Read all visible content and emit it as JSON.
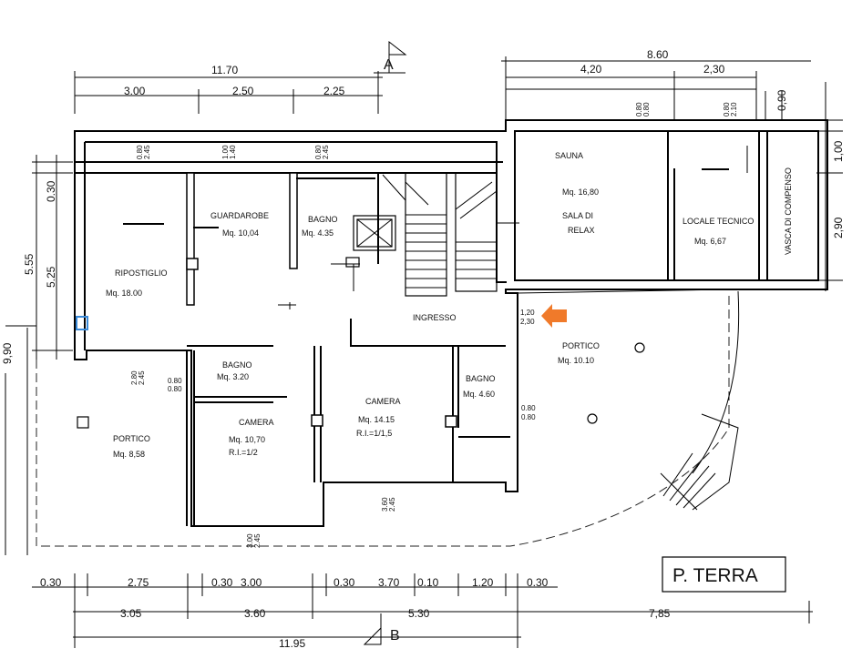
{
  "title": "P. TERRA",
  "section_marks": {
    "top": "A",
    "bottom": "B"
  },
  "top_dims": {
    "total_left": "11.70",
    "left_parts": [
      "3.00",
      "2.50",
      "2.25"
    ],
    "total_right": "8.60",
    "right_parts": [
      "4,20",
      "2,30"
    ]
  },
  "right_dims": [
    "0,90",
    "1,00",
    "2,90"
  ],
  "left_dims": [
    "0.30",
    "5.25",
    "5.55",
    "9,90"
  ],
  "bottom_row1": [
    "0.30",
    "2.75",
    "0.30",
    "3.00",
    "0.30",
    "3.70",
    "0.10",
    "1.20",
    "0.30"
  ],
  "bottom_row2": [
    "3.05",
    "3.60",
    "5.30",
    "7,85"
  ],
  "bottom_total": "11.95",
  "openings": {
    "o1": [
      "0.80",
      "2.45"
    ],
    "o2": [
      "1.00",
      "1.40"
    ],
    "o3": [
      "0.80",
      "2.45"
    ],
    "o4": [
      "0.80",
      "0.80"
    ],
    "o5": [
      "0.80",
      "2.10"
    ],
    "o6": [
      "2.80",
      "2.45"
    ],
    "o7": [
      "0.80",
      "0.80"
    ],
    "o8": [
      "3.60",
      "2.45"
    ],
    "o9": [
      "0.80",
      "0.80"
    ],
    "o10": [
      "3.00",
      "2.45"
    ],
    "entry": [
      "1,20",
      "2,30"
    ]
  },
  "rooms": {
    "ripostiglio": {
      "name": "RIPOSTIGLIO",
      "area": "Mq. 18.00"
    },
    "guardarobe": {
      "name": "GUARDAROBE",
      "area": "Mq. 10,04"
    },
    "bagno1": {
      "name": "BAGNO",
      "area": "Mq. 4.35"
    },
    "sauna": {
      "name": "SAUNA",
      "area": "Mq. 16,80",
      "sub1": "SALA DI",
      "sub2": "RELAX"
    },
    "locale": {
      "name": "LOCALE TECNICO",
      "area": "Mq. 6,67"
    },
    "vasca": {
      "name": "VASCA DI COMPENSO"
    },
    "ingresso": {
      "name": "INGRESSO"
    },
    "bagno2": {
      "name": "BAGNO",
      "area": "Mq. 3.20"
    },
    "camera1": {
      "name": "CAMERA",
      "area": "Mq. 10,70",
      "ri": "R.I.=1/2"
    },
    "camera2": {
      "name": "CAMERA",
      "area": "Mq. 14.15",
      "ri": "R.I.=1/1,5"
    },
    "bagno3": {
      "name": "BAGNO",
      "area": "Mq. 4.60"
    },
    "portico_right": {
      "name": "PORTICO",
      "area": "Mq. 10.10"
    },
    "portico_left": {
      "name": "PORTICO",
      "area": "Mq. 8,58"
    }
  },
  "colors": {
    "ink": "#000000",
    "arrow": "#f07a2a",
    "marker": "#3a8ad8"
  }
}
